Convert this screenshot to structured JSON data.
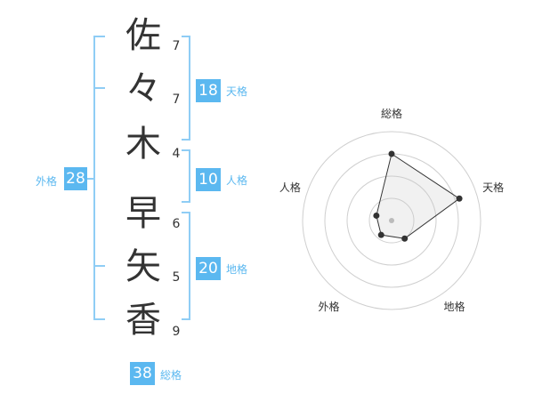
{
  "name": {
    "chars": [
      {
        "char": "佐",
        "strokes": "7"
      },
      {
        "char": "々",
        "strokes": "7"
      },
      {
        "char": "木",
        "strokes": "4"
      },
      {
        "char": "早",
        "strokes": "6"
      },
      {
        "char": "矢",
        "strokes": "5"
      },
      {
        "char": "香",
        "strokes": "9"
      }
    ]
  },
  "fortunes": {
    "tenkaku": {
      "value": "18",
      "label": "天格"
    },
    "jinkaku": {
      "value": "10",
      "label": "人格"
    },
    "chikaku": {
      "value": "20",
      "label": "地格"
    },
    "gaikaku": {
      "value": "28",
      "label": "外格"
    },
    "soukaku": {
      "value": "38",
      "label": "総格"
    }
  },
  "colors": {
    "accent": "#5bb8f0",
    "bracket": "#8fcdf5",
    "text": "#333333"
  },
  "chart_data": {
    "type": "radar",
    "axes": [
      "総格",
      "天格",
      "地格",
      "外格",
      "人格"
    ],
    "values": [
      0.75,
      0.8,
      0.25,
      0.2,
      0.18
    ],
    "rings": 4
  }
}
